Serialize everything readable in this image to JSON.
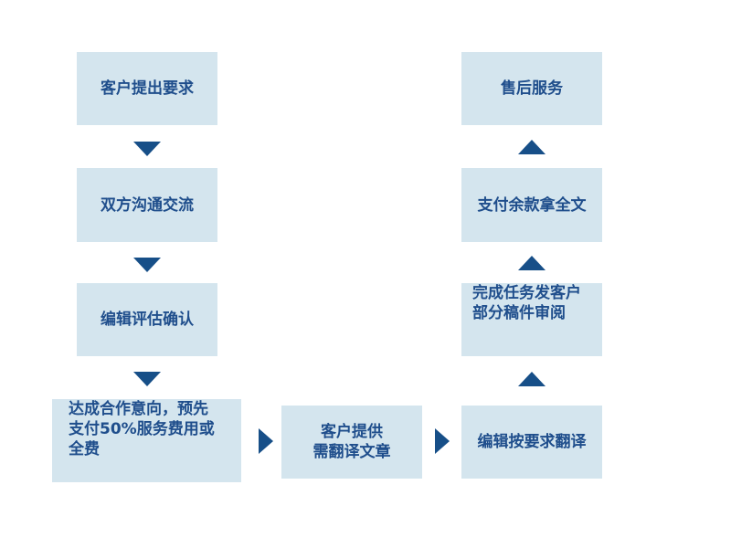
{
  "steps": {
    "s1": "客户提出要求",
    "s2": "双方沟通交流",
    "s3": "编辑评估确认",
    "s4": [
      "达成合作意向，预先",
      "支付50%服务费用或",
      "全费"
    ],
    "s5": [
      "客户提供",
      "需翻译文章"
    ],
    "s6": "编辑按要求翻译",
    "s7": [
      "完成任务发客户",
      "部分稿件审阅"
    ],
    "s8": "支付余款拿全文",
    "s9": "售后服务"
  }
}
